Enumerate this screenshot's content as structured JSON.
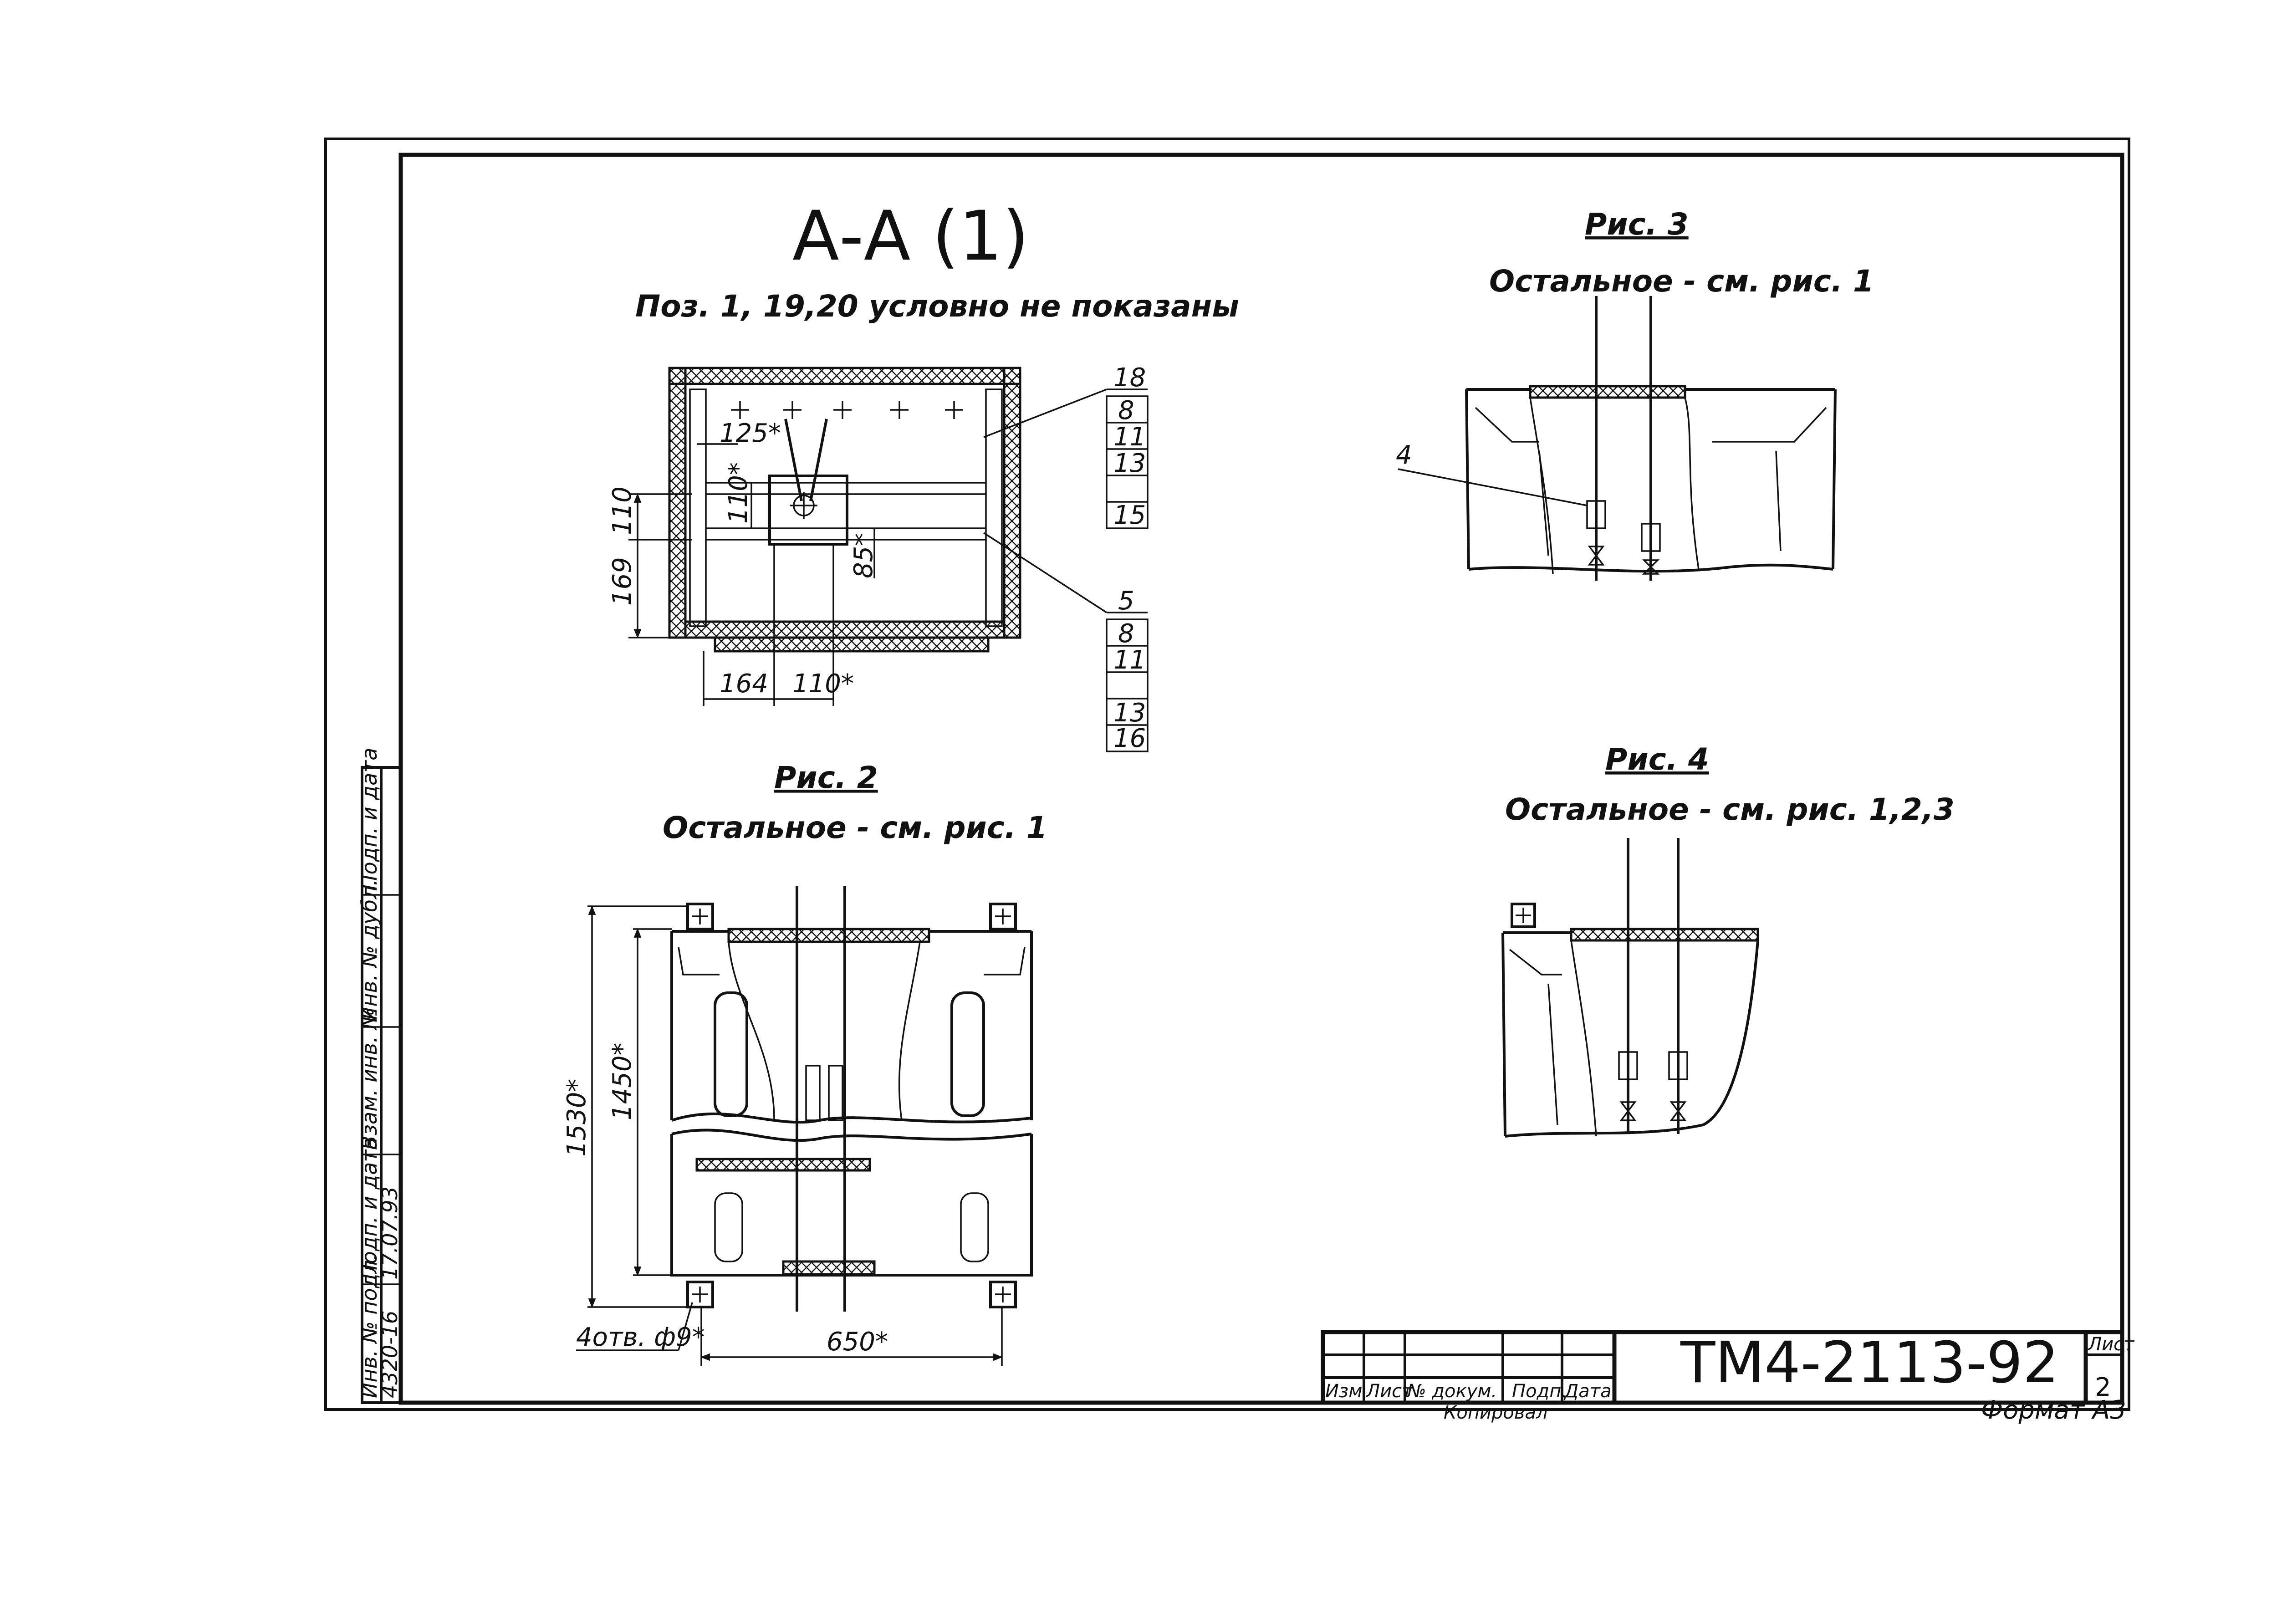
{
  "section": {
    "title": "А-А (1)",
    "note": "Поз. 1, 19,20 условно не показаны"
  },
  "section_dims": {
    "d125": "125*",
    "d110": "110",
    "d110v": "110*",
    "d169": "169",
    "d85": "85*",
    "d164": "164",
    "d110b": "110*"
  },
  "leader_top": [
    "18",
    "8",
    "11",
    "13",
    "15"
  ],
  "leader_bottom": [
    "5",
    "8",
    "11",
    "13",
    "16"
  ],
  "fig2": {
    "title": "Рис. 2",
    "note": "Остальное - см. рис. 1",
    "d1530": "1530*",
    "d1450": "1450*",
    "d650": "650*",
    "holes": "4отв. ф9*"
  },
  "fig3": {
    "title": "Рис. 3",
    "note": "Остальное - см. рис. 1",
    "pos4": "4"
  },
  "fig4": {
    "title": "Рис. 4",
    "note": "Остальное - см. рис. 1,2,3"
  },
  "stamp": {
    "code": "ТМ4-2113-92",
    "sheet_label": "Лист",
    "sheet_no": "2",
    "cols": [
      "Изм",
      "Лист",
      "№ докум.",
      "Подп.",
      "Дата"
    ],
    "copied": "Копировал",
    "format": "Формат А3"
  },
  "side_stamp": {
    "labels": [
      "Инв. № подл.",
      "Подп. и дата",
      "Взам. инв. №",
      "Инв. № дубл.",
      "Подп. и дата"
    ],
    "values": [
      "4320-16",
      "17.07.93"
    ]
  }
}
